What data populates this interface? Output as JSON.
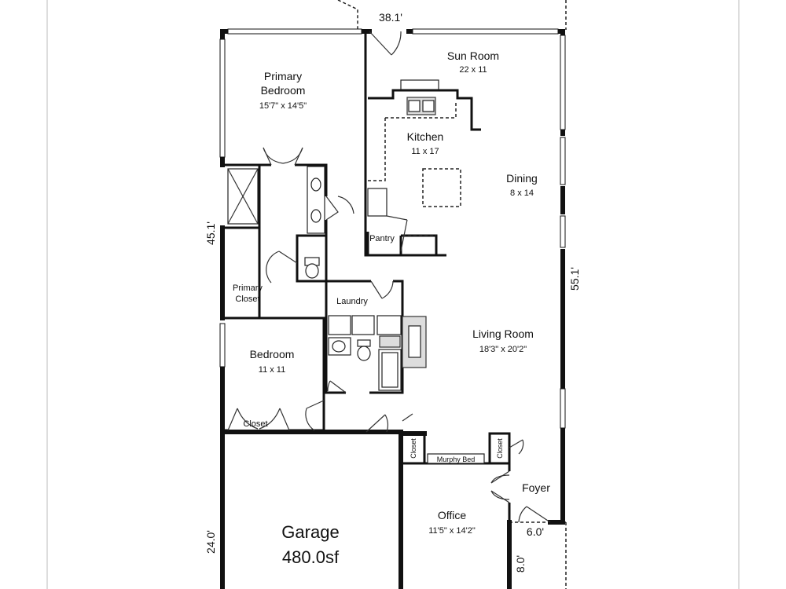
{
  "rooms": {
    "sun_room": {
      "name": "Sun Room",
      "dims": "22 x 11"
    },
    "primary_bedroom": {
      "name_line1": "Primary",
      "name_line2": "Bedroom",
      "dims": "15'7\" x 14'5\""
    },
    "kitchen": {
      "name": "Kitchen",
      "dims": "11 x 17"
    },
    "dining": {
      "name": "Dining",
      "dims": "8 x 14"
    },
    "pantry": {
      "name": "Pantry"
    },
    "primary_closet": {
      "name_line1": "Primary",
      "name_line2": "Closet"
    },
    "laundry": {
      "name": "Laundry"
    },
    "living_room": {
      "name": "Living Room",
      "dims": "18'3\" x 20'2\""
    },
    "bedroom": {
      "name": "Bedroom",
      "dims": "11 x 11"
    },
    "bedroom_closet": {
      "name": "Closet"
    },
    "hall_closet_1": {
      "name": "Closet"
    },
    "hall_closet_2": {
      "name": "Closet"
    },
    "murphy_bed": {
      "name": "Murphy Bed"
    },
    "foyer": {
      "name": "Foyer"
    },
    "office": {
      "name": "Office",
      "dims": "11'5\" x 14'2\""
    },
    "garage": {
      "name": "Garage",
      "area": "480.0sf"
    }
  },
  "dimensions": {
    "top_width": "38.1'",
    "left_height": "45.1'",
    "right_height": "55.1'",
    "garage_height": "24.0'",
    "foyer_width": "6.0'",
    "foyer_height": "8.0'"
  }
}
